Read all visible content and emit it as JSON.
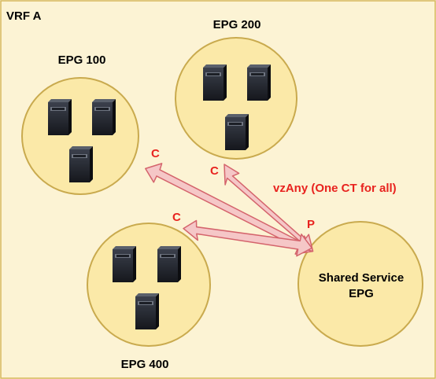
{
  "vrf": {
    "label": "VRF A"
  },
  "epgs": [
    {
      "id": "epg100",
      "label": "EPG 100",
      "role_label": "C",
      "servers": 3
    },
    {
      "id": "epg200",
      "label": "EPG 200",
      "role_label": "C",
      "servers": 3
    },
    {
      "id": "epg400",
      "label": "EPG 400",
      "role_label": "C",
      "servers": 3
    }
  ],
  "shared": {
    "line1": "Shared Service",
    "line2": "EPG",
    "role_label": "P"
  },
  "contract": {
    "label": "vzAny (One CT for all)"
  },
  "colors": {
    "vrf_fill": "#fcf3d4",
    "vrf_border": "#d6b656",
    "epg_fill": "#fbe9a8",
    "epg_border": "#c9aa4e",
    "arrow_fill": "#f5c7c7",
    "arrow_stroke": "#d4646c",
    "accent_red": "#e8231f",
    "text": "#000000",
    "server_body": "#1c1f26"
  }
}
